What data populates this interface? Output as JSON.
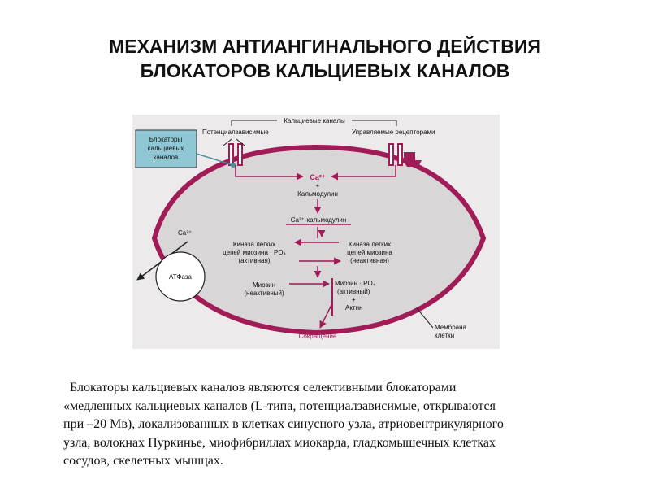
{
  "title": {
    "line1": "МЕХАНИЗМ АНТИАНГИНАЛЬНОГО ДЕЙСТВИЯ",
    "line2": "БЛОКАТОРОВ КАЛЬЦИЕВЫХ КАНАЛОВ"
  },
  "diagram": {
    "channels_header": "Кальциевые каналы",
    "voltage_dependent": "Потенциалзависимые",
    "receptor_operated": "Управляемые рецепторами",
    "blockers_box": [
      "Блокаторы",
      "кальциевых",
      "каналов"
    ],
    "ca_top": "Ca²⁺",
    "plus1": "+",
    "calmodulin": "Кальмодулин",
    "ca_calmodulin": "Ca²⁺-кальмодулин",
    "kinase_active": [
      "Киназа легких",
      "цепей миозина · PO₄",
      "(активная)"
    ],
    "kinase_inactive": [
      "Киназа легких",
      "цепей миозина",
      "(неактивная)"
    ],
    "myosin_inactive": [
      "Миозин",
      "(неактивный)"
    ],
    "myosin_active": [
      "Миозин · PO₄",
      "(активный)"
    ],
    "plus2": "+",
    "actin": "Актин",
    "contraction": "Сокращение",
    "ca_left": "Ca²⁺",
    "atpase": "АТФаза",
    "membrane": [
      "Мембрана",
      "клетки"
    ]
  },
  "paragraph": [
    "Блокаторы кальциевых каналов являются селективными блокаторами",
    "«медленных кальциевых каналов (L-типа, потенциалзависимые, открываются",
    "при –20 Мв), локализованных в клетках синусного узла, атриовентрикулярного",
    "узла, волокнах Пуркинье, миофибриллах миокарда, гладкомышечных клетках",
    "сосудов, скелетных мышцах."
  ],
  "colors": {
    "membrane": "#a11b57",
    "cytoplasm": "#d8d6d6",
    "panel": "#eceaea",
    "blocker_box": "#8fc7d4"
  }
}
